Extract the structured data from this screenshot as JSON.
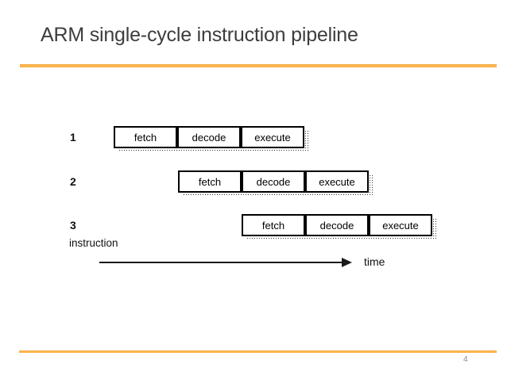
{
  "slide": {
    "title": "ARM single-cycle instruction pipeline",
    "page_number": "4",
    "accent_color": "#F9A733"
  },
  "diagram": {
    "stages": [
      "fetch",
      "decode",
      "execute"
    ],
    "rows": [
      {
        "label": "1"
      },
      {
        "label": "2"
      },
      {
        "label": "3"
      }
    ],
    "y_axis_label": "instruction",
    "x_axis_label": "time"
  }
}
